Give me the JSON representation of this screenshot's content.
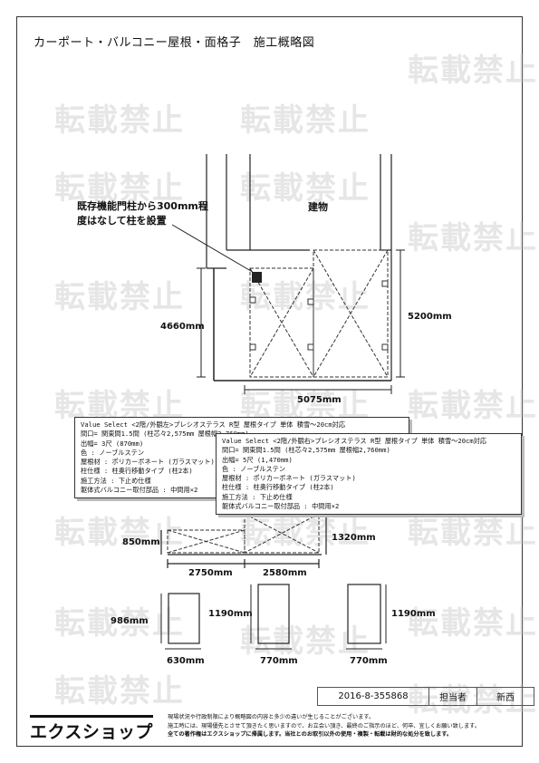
{
  "title": "カーポート・バルコニー屋根・面格子　施工概略図",
  "watermark_text": "転載禁止",
  "callout": {
    "line1": "既存機能門柱から300mm程",
    "line2": "度はなして柱を設置"
  },
  "building_label": "建物",
  "dimensions": {
    "plan_left_height": "4660mm",
    "plan_right_height": "5200mm",
    "plan_width": "5075mm",
    "elev_left_height": "850mm",
    "elev_right_height": "1320mm",
    "elev_left_width": "2750mm",
    "elev_right_width": "2580mm",
    "panel1_height": "986mm",
    "panel1_width": "630mm",
    "panel2_height": "1190mm",
    "panel2_width": "770mm",
    "panel3_height": "1190mm",
    "panel3_width": "770mm"
  },
  "spec_left": [
    "Value Select <2階/外観左>プレシオステラス R型 屋根タイプ 単体 積雪～20cm対応",
    "間口= 関東間1.5間 (柱芯々2,575mm 屋根幅2,760mm)",
    "出幅= 3尺 (870mm)",
    "色 : ノーブルステン",
    "屋根材 : ポリカーボネート (ガラスマット)",
    "柱仕様 : 柱奥行移動タイプ (柱2本)",
    "施工方法 : 下止め仕様",
    "躯体式バルコニー取付部品 : 中間用×2"
  ],
  "spec_right": [
    "Value Select <2階/外観右>プレシオステラス R型 屋根タイプ 単体 積雪～20cm対応",
    "間口= 関東間1.5間 (柱芯々2,575mm 屋根幅2,760mm)",
    "出幅= 5尺 (1,470mm)",
    "色 : ノーブルステン",
    "屋根材 : ポリカーボネート (ガラスマット)",
    "柱仕様 : 柱奥行移動タイプ (柱2本)",
    "施工方法 : 下止め仕様",
    "躯体式バルコニー取付部品 : 中間用×2"
  ],
  "footer": {
    "order_no": "2016-8-355868",
    "staff_label": "担当者",
    "staff_name": "新西",
    "logo": "エクスショップ",
    "notes": [
      "現場状況や行政制限により概略図の内容と多少の違いが生じることがございます。",
      "施工時には、現場優先とさせて頂きたく思いますので、お立会い頂き、最終のご指示のほど、何卒、宜しくお願い致します。",
      "全ての著作権はエクスショップに帰属します。当社とのお取引以外の使用・複製・転載は財的な処分を致します。"
    ]
  }
}
